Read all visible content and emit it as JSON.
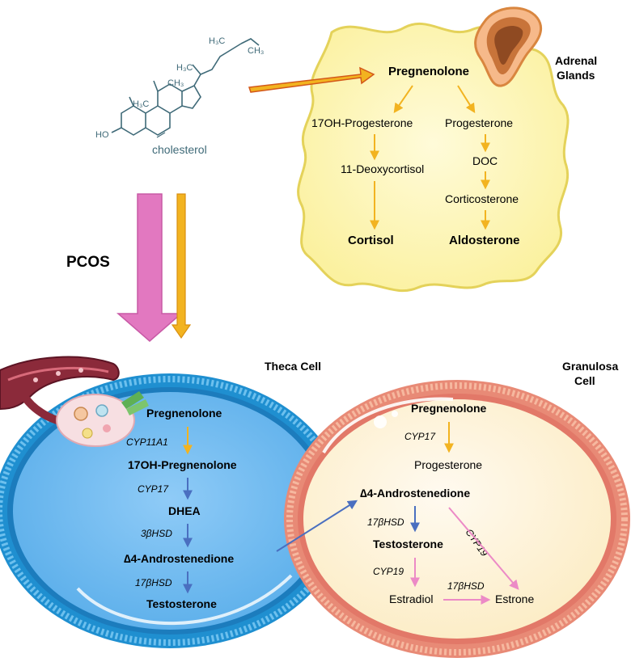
{
  "cholesterol": {
    "label": "cholesterol",
    "atoms": {
      "ch3_top": "H₃C",
      "ch3_right": "CH₃",
      "h3c_side": "H₃C",
      "h3c_ring": "H₃C",
      "ch3_ring": "CH₃",
      "ho": "HO"
    }
  },
  "pcos_label": "PCOS",
  "adrenal": {
    "title_line1": "Adrenal",
    "title_line2": "Glands",
    "pregnenolone": "Pregnenolone",
    "oh_progesterone": "17OH-Progesterone",
    "progesterone": "Progesterone",
    "deoxycortisol": "11-Deoxycortisol",
    "doc": "DOC",
    "corticosterone": "Corticosterone",
    "cortisol": "Cortisol",
    "aldosterone": "Aldosterone"
  },
  "theca": {
    "title": "Theca Cell",
    "pregnenolone": "Pregnenolone",
    "enzyme1": "CYP11A1",
    "oh_pregnenolone": "17OH-Pregnenolone",
    "enzyme2": "CYP17",
    "dhea": "DHEA",
    "enzyme3": "3βHSD",
    "androstenedione": "∆4-Androstenedione",
    "enzyme4": "17βHSD",
    "testosterone": "Testosterone"
  },
  "granulosa": {
    "title_line1": "Granulosa",
    "title_line2": "Cell",
    "pregnenolone": "Pregnenolone",
    "enzyme1": "CYP17",
    "progesterone": "Progesterone",
    "androstenedione": "∆4-Androstenedione",
    "enzyme2": "17βHSD",
    "testosterone": "Testosterone",
    "enzyme3": "CYP19",
    "enzyme_diag": "CYP19",
    "estradiol": "Estradiol",
    "enzyme4": "17βHSD",
    "estrone": "Estrone"
  },
  "colors": {
    "yellow_arrow": "#f2b320",
    "blue_arrow": "#4a6fc0",
    "pink_arrow": "#ec8ac6",
    "magenta_big": "#e278c0",
    "adrenal_fill": "#fdf6b6",
    "theca_fill": "#72baf2",
    "granulosa_fill": "#fdf1d4"
  }
}
